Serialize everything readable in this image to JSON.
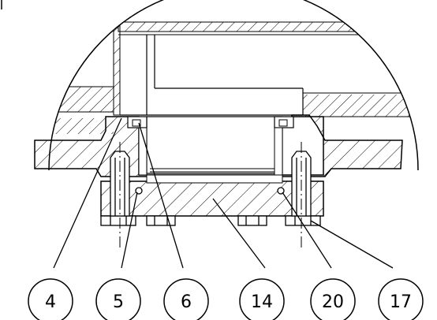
{
  "drawing": {
    "stroke_color": "#000000",
    "background": "#ffffff"
  },
  "balloons": [
    {
      "label": "4"
    },
    {
      "label": "5"
    },
    {
      "label": "6"
    },
    {
      "label": "14"
    },
    {
      "label": "20"
    },
    {
      "label": "17"
    }
  ]
}
